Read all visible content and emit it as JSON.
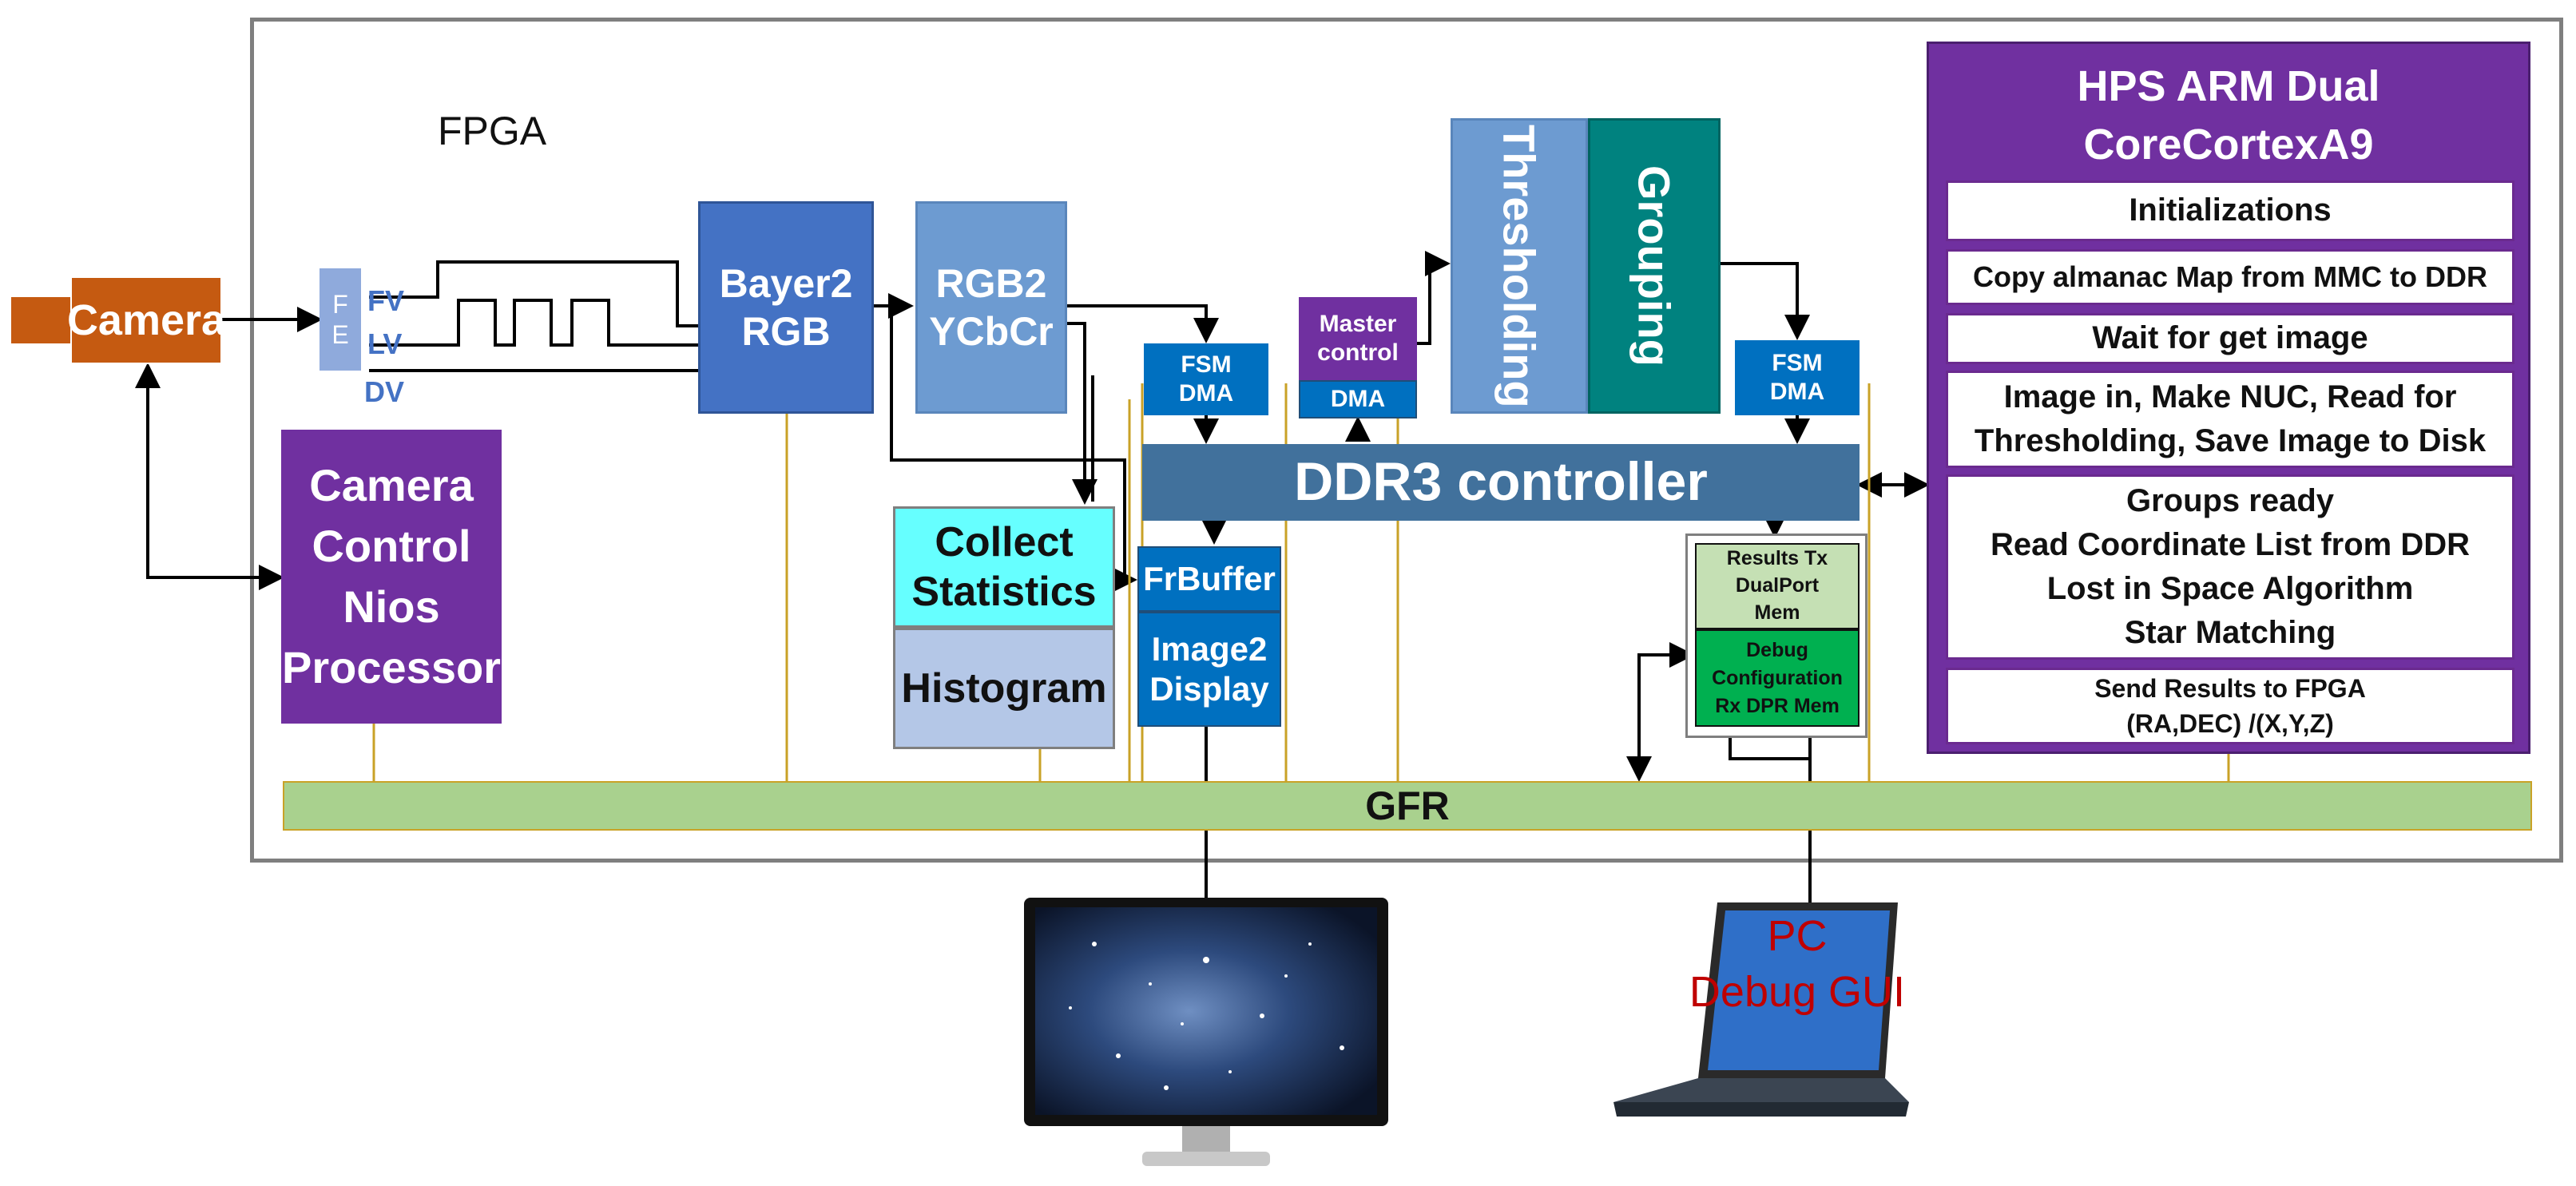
{
  "fpga_label": "FPGA",
  "camera": {
    "label": "Camera",
    "color": "#c55a11"
  },
  "fe": {
    "top": "F",
    "bottom": "E"
  },
  "signals": {
    "fv": "FV",
    "lv": "LV",
    "dv": "DV"
  },
  "nios": {
    "line1": "Camera",
    "line2": "Control",
    "line3": "Nios",
    "line4": "Processor",
    "color": "#7030a0"
  },
  "bayer": {
    "line1": "Bayer2",
    "line2": "RGB"
  },
  "rgb2": {
    "line1": "RGB2",
    "line2": "YCbCr"
  },
  "collect": {
    "line1": "Collect",
    "line2": "Statistics"
  },
  "histogram": "Histogram",
  "fsm_dma_left": {
    "line1": "FSM",
    "line2": "DMA"
  },
  "master": {
    "line1": "Master",
    "line2": "control",
    "dma": "DMA"
  },
  "thresholding": "Thresholding",
  "grouping": "Grouping",
  "fsm_dma_right": {
    "line1": "FSM",
    "line2": "DMA"
  },
  "ddr3": "DDR3 controller",
  "frbuffer": "FrBuffer",
  "image2display": {
    "line1": "Image2",
    "line2": "Display"
  },
  "results": {
    "line1": "Results Tx",
    "line2": "DualPort",
    "line3": "Mem"
  },
  "debug": {
    "line1": "Debug",
    "line2": "Configuration",
    "line3": "Rx DPR Mem"
  },
  "gfr": "GFR",
  "hps": {
    "title1": "HPS ARM Dual",
    "title2": "CoreCortexA9",
    "items": {
      "init": "Initializations",
      "copy": "Copy almanac Map from MMC to DDR",
      "wait": "Wait for get image",
      "image_l1": "Image in, Make NUC, Read for",
      "image_l2": "Thresholding, Save Image to Disk",
      "groups_l1": "Groups ready",
      "groups_l2": "Read Coordinate List from DDR",
      "groups_l3": "Lost in Space Algorithm",
      "groups_l4": "Star Matching",
      "send_l1": "Send Results to FPGA",
      "send_l2": "(RA,DEC) /(X,Y,Z)"
    }
  },
  "pc": {
    "line1": "PC",
    "line2": "Debug GUI"
  },
  "colors": {
    "purple": "#7030a0",
    "blue_dark": "#4472c4",
    "blue_mid": "#0070c0",
    "blue_light": "#6d9bd1",
    "ddr3": "#41719c",
    "teal": "#00827f",
    "gfr_green": "#a9d18e",
    "gold": "#c9a227",
    "orange": "#c55a11",
    "red_text": "#c00000"
  },
  "icons": {
    "monitor": "monitor-icon",
    "laptop": "laptop-icon"
  }
}
